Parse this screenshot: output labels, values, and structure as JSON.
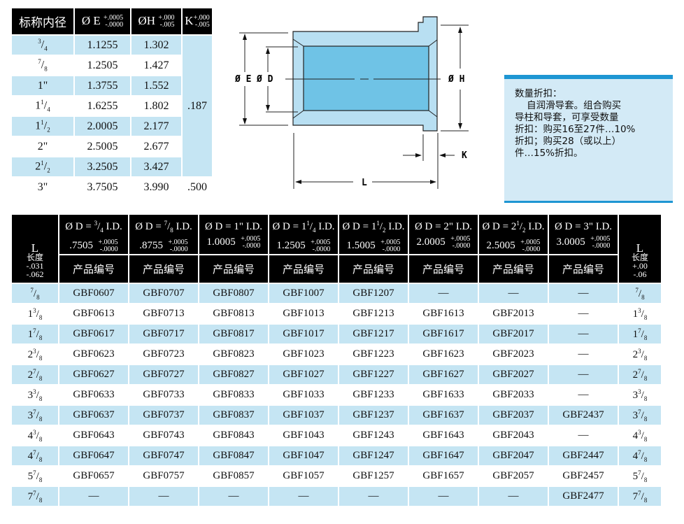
{
  "spec_table": {
    "headers": {
      "nominal_id": "标称内径",
      "e": "Ø E",
      "e_tol_plus": "+.0005",
      "e_tol_minus": "-.0000",
      "h": "ØH",
      "h_tol_plus": "+.000",
      "h_tol_minus": "-.005",
      "k": "K",
      "k_tol_plus": "+.000",
      "k_tol_minus": "-.005"
    },
    "rows": [
      {
        "id": {
          "w": "",
          "n": "3",
          "d": "4"
        },
        "e": "1.1255",
        "h": "1.302"
      },
      {
        "id": {
          "w": "",
          "n": "7",
          "d": "8"
        },
        "e": "1.2505",
        "h": "1.427"
      },
      {
        "id": {
          "w": "1\"",
          "n": "",
          "d": ""
        },
        "e": "1.3755",
        "h": "1.552"
      },
      {
        "id": {
          "w": "1",
          "n": "1",
          "d": "4"
        },
        "e": "1.6255",
        "h": "1.802"
      },
      {
        "id": {
          "w": "1",
          "n": "1",
          "d": "2"
        },
        "e": "2.0005",
        "h": "2.177"
      },
      {
        "id": {
          "w": "2\"",
          "n": "",
          "d": ""
        },
        "e": "2.5005",
        "h": "2.677"
      },
      {
        "id": {
          "w": "2",
          "n": "1",
          "d": "2"
        },
        "e": "3.2505",
        "h": "3.427"
      },
      {
        "id": {
          "w": "3\"",
          "n": "",
          "d": ""
        },
        "e": "3.7505",
        "h": "3.990"
      }
    ],
    "k_values": [
      ".187",
      ".500"
    ]
  },
  "diagram": {
    "labels": {
      "e": "Ø E",
      "d": "Ø D",
      "h": "Ø H",
      "k": "K",
      "l": "L"
    },
    "colors": {
      "outer": "#b8dff2",
      "inner": "#6fc3e6"
    }
  },
  "info_box": {
    "text": "数量折扣：\n    自润滑导套。组合购买\n导柱和导套，可享受数量\n折扣：购买16至27件…10%\n折扣；购买28（或以上）\n件…15%折扣。"
  },
  "parts_table": {
    "left_header": {
      "l": "L",
      "label": "长度",
      "tol_plus": "-.031",
      "tol_minus": "-.062"
    },
    "right_header": {
      "l": "L",
      "label": "长度",
      "tol_plus": "+.00",
      "tol_minus": "-.06"
    },
    "part_no_label": "产品编号",
    "tol_plus": "+.0005",
    "tol_minus": "-.0000",
    "columns": [
      {
        "pre": "Ø D = ",
        "w": "",
        "n": "3",
        "d": "4",
        "post": " I.D.",
        "value": ".7505"
      },
      {
        "pre": "Ø D = ",
        "w": "",
        "n": "7",
        "d": "8",
        "post": " I.D.",
        "value": ".8755"
      },
      {
        "pre": "Ø D = ",
        "w": "1\"",
        "n": "",
        "d": "",
        "post": " I.D.",
        "value": "1.0005"
      },
      {
        "pre": "Ø D = ",
        "w": "1",
        "n": "1",
        "d": "4",
        "post": " I.D.",
        "value": "1.2505"
      },
      {
        "pre": "Ø D = ",
        "w": "1",
        "n": "1",
        "d": "2",
        "post": " I.D.",
        "value": "1.5005"
      },
      {
        "pre": "Ø D = ",
        "w": "2\"",
        "n": "",
        "d": "",
        "post": " I.D.",
        "value": "2.0005"
      },
      {
        "pre": "Ø D = ",
        "w": "2",
        "n": "1",
        "d": "2",
        "post": " I.D.",
        "value": "2.5005"
      },
      {
        "pre": "Ø D = ",
        "w": "3\"",
        "n": "",
        "d": "",
        "post": " I.D.",
        "value": "3.0005"
      }
    ],
    "rows": [
      {
        "l": {
          "w": "",
          "n": "7",
          "d": "8"
        },
        "parts": [
          "GBF0607",
          "GBF0707",
          "GBF0807",
          "GBF1007",
          "GBF1207",
          "—",
          "—",
          "—"
        ]
      },
      {
        "l": {
          "w": "1",
          "n": "3",
          "d": "8"
        },
        "parts": [
          "GBF0613",
          "GBF0713",
          "GBF0813",
          "GBF1013",
          "GBF1213",
          "GBF1613",
          "GBF2013",
          "—"
        ]
      },
      {
        "l": {
          "w": "1",
          "n": "7",
          "d": "8"
        },
        "parts": [
          "GBF0617",
          "GBF0717",
          "GBF0817",
          "GBF1017",
          "GBF1217",
          "GBF1617",
          "GBF2017",
          "—"
        ]
      },
      {
        "l": {
          "w": "2",
          "n": "3",
          "d": "8"
        },
        "parts": [
          "GBF0623",
          "GBF0723",
          "GBF0823",
          "GBF1023",
          "GBF1223",
          "GBF1623",
          "GBF2023",
          "—"
        ]
      },
      {
        "l": {
          "w": "2",
          "n": "7",
          "d": "8"
        },
        "parts": [
          "GBF0627",
          "GBF0727",
          "GBF0827",
          "GBF1027",
          "GBF1227",
          "GBF1627",
          "GBF2027",
          "—"
        ]
      },
      {
        "l": {
          "w": "3",
          "n": "3",
          "d": "8"
        },
        "parts": [
          "GBF0633",
          "GBF0733",
          "GBF0833",
          "GBF1033",
          "GBF1233",
          "GBF1633",
          "GBF2033",
          "—"
        ]
      },
      {
        "l": {
          "w": "3",
          "n": "7",
          "d": "8"
        },
        "parts": [
          "GBF0637",
          "GBF0737",
          "GBF0837",
          "GBF1037",
          "GBF1237",
          "GBF1637",
          "GBF2037",
          "GBF2437"
        ]
      },
      {
        "l": {
          "w": "4",
          "n": "3",
          "d": "8"
        },
        "parts": [
          "GBF0643",
          "GBF0743",
          "GBF0843",
          "GBF1043",
          "GBF1243",
          "GBF1643",
          "GBF2043",
          "—"
        ]
      },
      {
        "l": {
          "w": "4",
          "n": "7",
          "d": "8"
        },
        "parts": [
          "GBF0647",
          "GBF0747",
          "GBF0847",
          "GBF1047",
          "GBF1247",
          "GBF1647",
          "GBF2047",
          "GBF2447"
        ]
      },
      {
        "l": {
          "w": "5",
          "n": "7",
          "d": "8"
        },
        "parts": [
          "GBF0657",
          "GBF0757",
          "GBF0857",
          "GBF1057",
          "GBF1257",
          "GBF1657",
          "GBF2057",
          "GBF2457"
        ]
      },
      {
        "l": {
          "w": "7",
          "n": "7",
          "d": "8"
        },
        "parts": [
          "—",
          "—",
          "—",
          "—",
          "—",
          "—",
          "—",
          "GBF2477"
        ]
      }
    ]
  }
}
